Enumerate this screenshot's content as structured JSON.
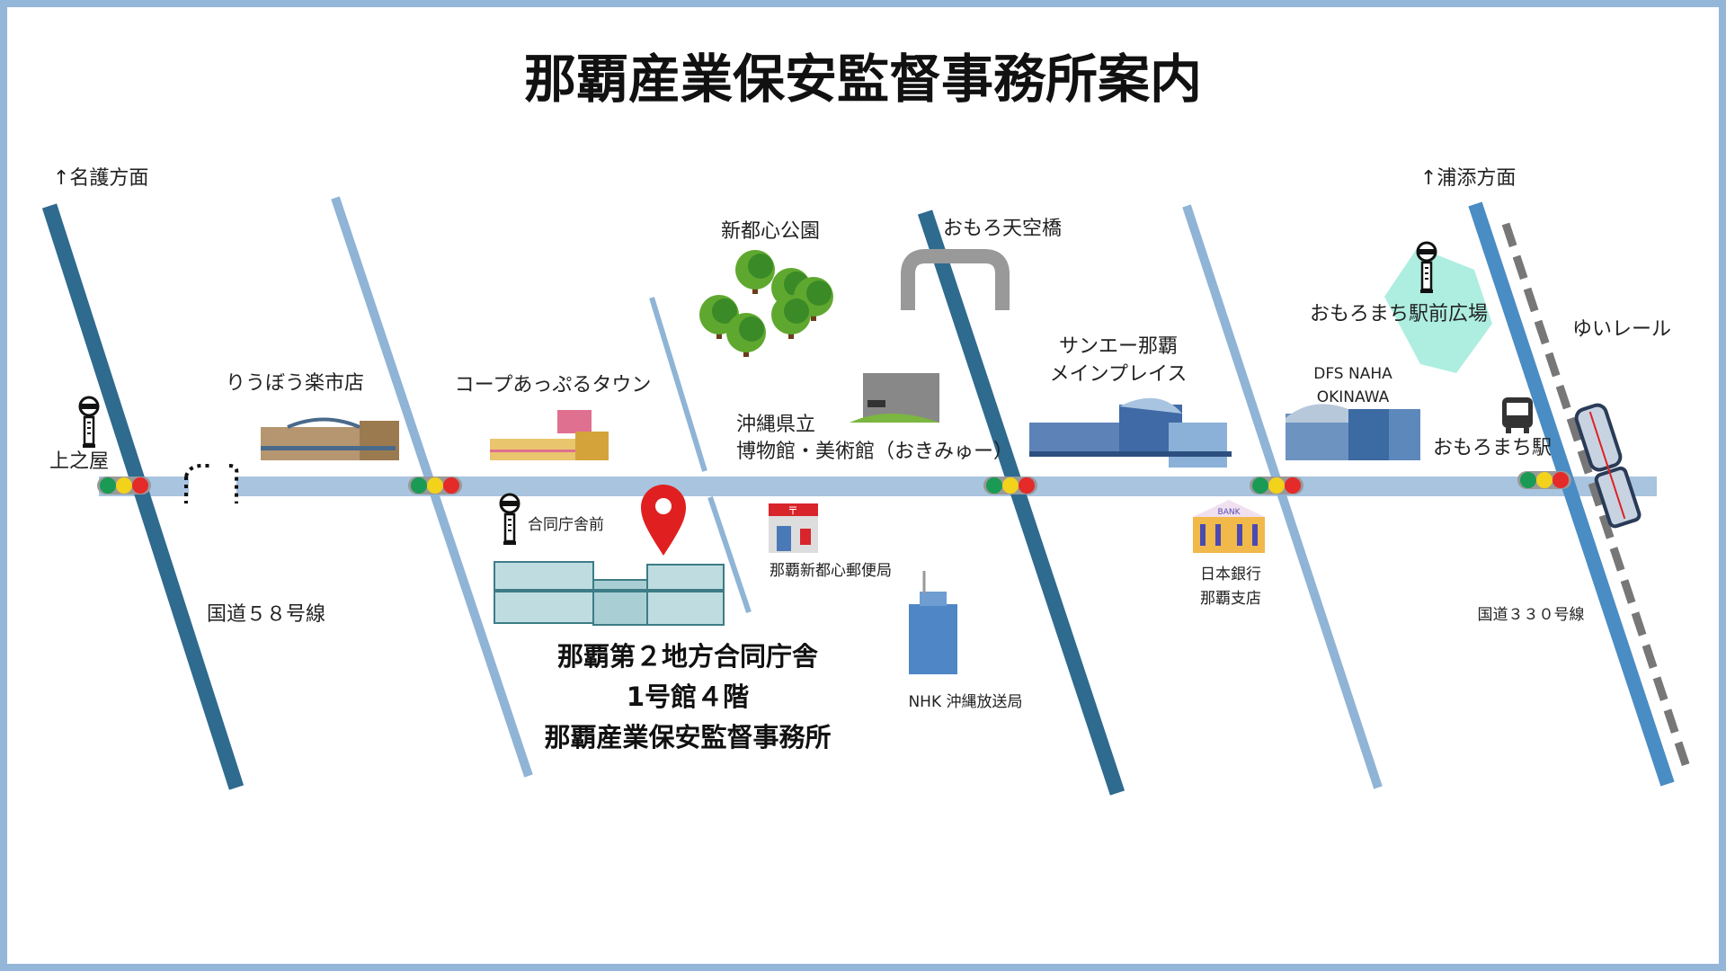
{
  "title": "那覇産業保安監督事務所案内",
  "directions": {
    "north_west": "↑名護方面",
    "north_east": "↑浦添方面"
  },
  "roads": {
    "route58": "国道５８号線",
    "route330": "国道３３０号線",
    "monorail": "ゆいレール"
  },
  "landmarks": {
    "park": "新都心公園",
    "bridge": "おもろ天空橋",
    "ryubo": "りうぼう楽市店",
    "coop": "コープあっぷるタウン",
    "museum_line1": "沖縄県立",
    "museum_line2": "博物館・美術館（おきみゅー）",
    "sanA_line1": "サンエー那覇",
    "sanA_line2": "メインプレイス",
    "dfs_line1": "DFS NAHA",
    "dfs_line2": "OKINAWA",
    "plaza": "おもろまち駅前広場",
    "station": "おもろまち駅",
    "post_office": "那覇新都心郵便局",
    "boj_line1": "日本銀行",
    "boj_line2": "那覇支店",
    "bank_sign": "BANK",
    "nhk": "NHK 沖縄放送局"
  },
  "bus_stops": {
    "uenoya": "上之屋",
    "godo": "合同庁舎前"
  },
  "destination": {
    "line1": "那覇第２地方合同庁舎",
    "line2": "1号館４階",
    "line3": "那覇産業保安監督事務所"
  },
  "colors": {
    "border": "#94b6d9",
    "main_road": "#a8c4df",
    "major_road": "#2f6a8f",
    "minor_road": "#8fb4d6",
    "route330": "#4a8cc4",
    "pin": "#e02020"
  }
}
